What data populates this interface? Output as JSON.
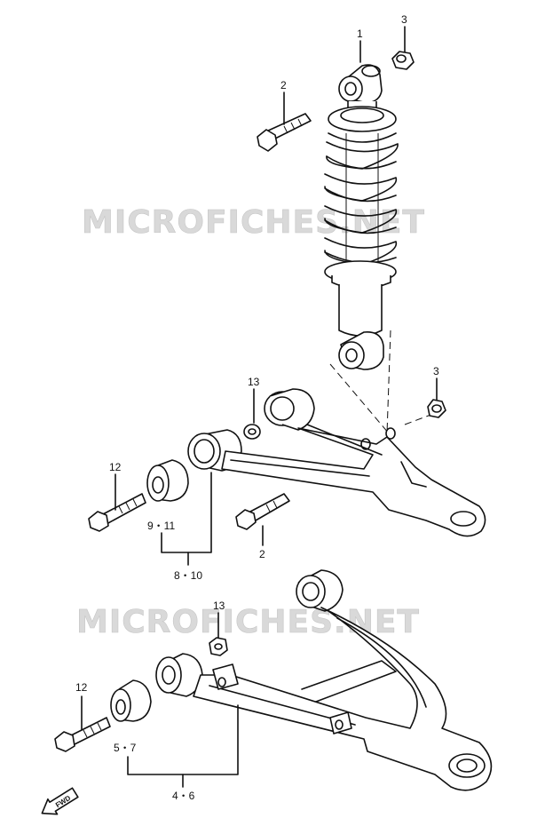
{
  "watermarks": [
    "MICROFICHES.NET",
    "MICROFICHES.NET"
  ],
  "callouts": {
    "shock_absorber": "1",
    "bolt_upper": "2",
    "nut_upper": "3",
    "bolt_lower_right": "2",
    "nut_right": "3",
    "washer_upper_arm": "13",
    "bolt_upper_arm": "12",
    "bush_upper_small": "9・11",
    "bush_upper_group": "8・10",
    "washer_lower_arm": "13",
    "bolt_lower_arm": "12",
    "bush_lower_small": "5・7",
    "bush_lower_group": "4・6"
  },
  "fwd_label": "FWD",
  "icons": [
    "fwd-arrow-icon"
  ]
}
